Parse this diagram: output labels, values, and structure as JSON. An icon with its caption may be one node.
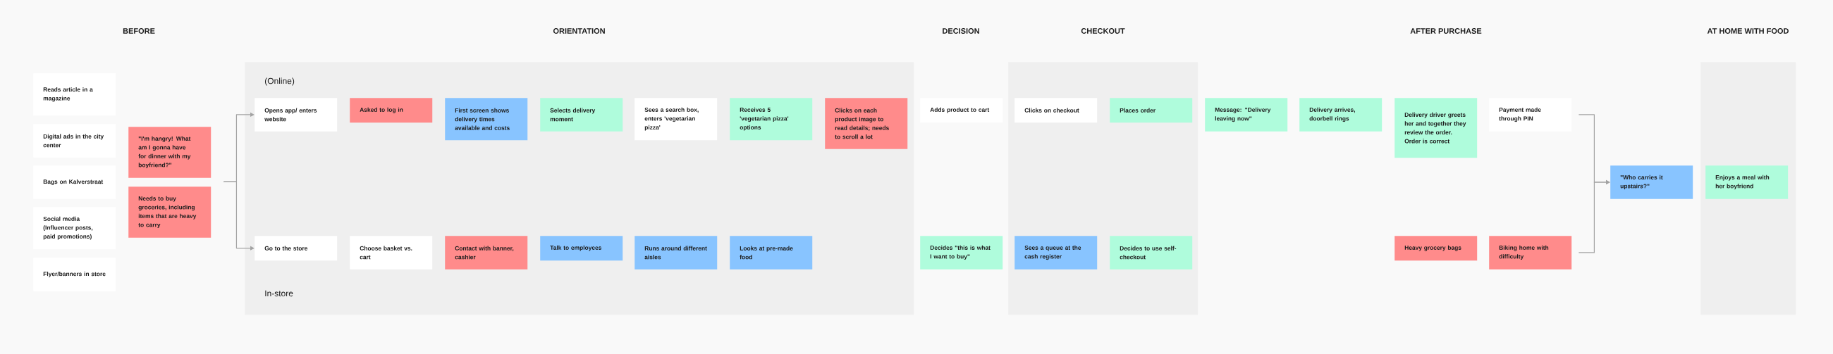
{
  "diagram": {
    "nodes": [
      {
        "text": [
          "Reads article in a magazine"
        ]
      },
      {
        "text": [
          "Digital ads in the city center"
        ]
      },
      {
        "text": [
          "Bags on Kalverstraat"
        ]
      },
      {
        "text": [
          "Social media (Influencer posts, paid promotions)"
        ]
      },
      {
        "text": [
          "Flyer/banners in store"
        ]
      },
      {
        "text": [
          "\"I'm hangry! What am I gonna have for dinner with my boyfriend?\""
        ]
      },
      {
        "text": [
          "Needs to buy groceries, including items that are heavy to carry"
        ]
      },
      {
        "text": [
          "ORIENTATION",
          "(Online)",
          "In-store"
        ]
      },
      {
        "text": [
          "Opens app/ enters website"
        ],
        "in": 7
      },
      {
        "text": [
          "Asked to log in"
        ],
        "in": 7
      },
      {
        "text": [
          "First screen shows delivery times available and costs"
        ],
        "in": 7
      },
      {
        "text": [
          "Selects delivery moment"
        ],
        "in": 7
      },
      {
        "text": [
          "Sees a search box, enters 'vegetarian pizza'"
        ],
        "in": 7
      },
      {
        "text": [
          "Receives 5 'vegetarian pizza' options"
        ],
        "in": 7
      },
      {
        "text": [
          "Clicks on each product image to read details; needs to scroll a lot"
        ],
        "in": 7
      },
      {
        "text": [
          "Go to the store"
        ],
        "in": 7
      },
      {
        "text": [
          "Choose basket vs. cart"
        ],
        "in": 7
      },
      {
        "text": [
          "Contact with banner, cashier"
        ],
        "in": 7
      },
      {
        "text": [
          "Talk to employees"
        ],
        "in": 7
      },
      {
        "text": [
          "Runs around different aisles"
        ],
        "in": 7
      },
      {
        "text": [
          "Looks at pre-made food"
        ],
        "in": 7
      },
      {
        "text": [
          "Adds product to cart"
        ]
      },
      {
        "text": [
          "Decides \"this is what I want to buy\""
        ]
      },
      {
        "text": [
          "CHECKOUT"
        ]
      },
      {
        "text": [
          "Clicks on checkout"
        ],
        "in": 23
      },
      {
        "text": [
          "Places order"
        ],
        "in": 23
      },
      {
        "text": [
          "Sees a queue at the cash register"
        ],
        "in": 23
      },
      {
        "text": [
          "Decides to use self-checkout"
        ],
        "in": 23
      },
      {
        "text": [
          "Message: \"Delivery leaving now\""
        ]
      },
      {
        "text": [
          "Delivery arrives, doorbell rings"
        ]
      },
      {
        "text": [
          "Delivery driver greets her and together they review the order. Order is correct"
        ]
      },
      {
        "text": [
          "Payment made through PIN"
        ]
      },
      {
        "text": [
          "Heavy grocery bags"
        ]
      },
      {
        "text": [
          "Biking home with difficulty"
        ]
      },
      {
        "text": [
          "\"Who carries it upstairs?\""
        ]
      },
      {
        "text": [
          "AT HOME WITH FOOD"
        ]
      },
      {
        "text": [
          "Enjoys a meal with her boyfriend"
        ],
        "in": 35
      }
    ],
    "edges": [
      {
        "from": 5,
        "to": 8,
        "arrow": "to"
      },
      {
        "from": 5,
        "to": 15,
        "arrow": "to"
      },
      {
        "from": 6,
        "to": 8,
        "arrow": "to"
      },
      {
        "from": 6,
        "to": 15,
        "arrow": "to"
      },
      {
        "from": 31,
        "to": 34,
        "arrow": "to"
      },
      {
        "from": 33,
        "to": 34,
        "arrow": "to"
      }
    ],
    "labels": [
      "BEFORE",
      "DECISION",
      "AFTER PURCHASE"
    ]
  }
}
